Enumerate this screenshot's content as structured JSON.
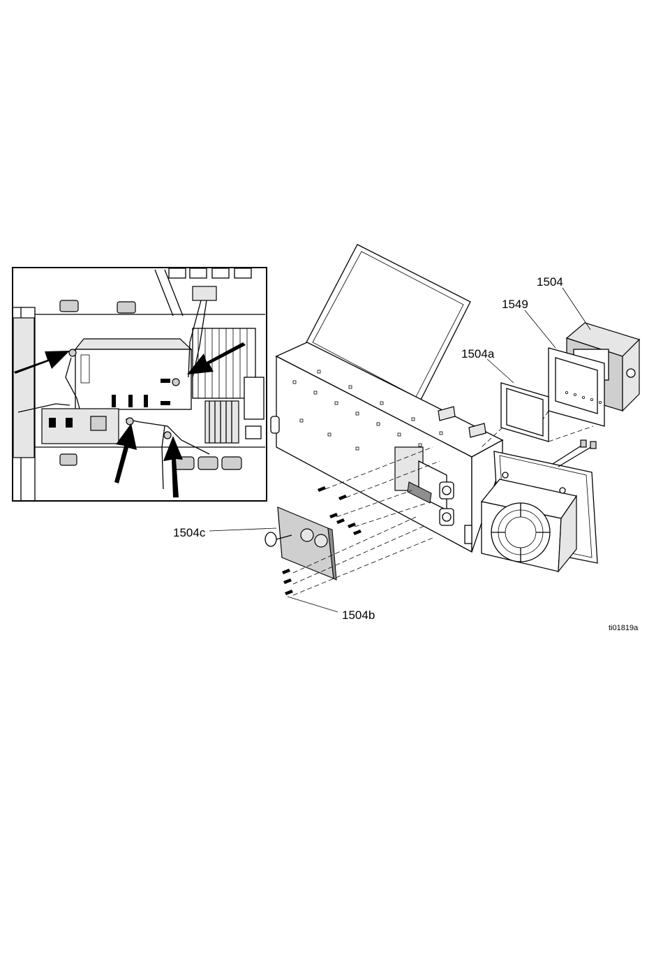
{
  "figure": {
    "callouts": {
      "c1504": "1504",
      "c1549": "1549",
      "c1504a": "1504a",
      "c1504b": "1504b",
      "c1504c": "1504c"
    },
    "figure_id": "ti01819a"
  },
  "colors": {
    "line": "#000000",
    "panel_gray": "#cfcfcf",
    "background": "#ffffff"
  }
}
